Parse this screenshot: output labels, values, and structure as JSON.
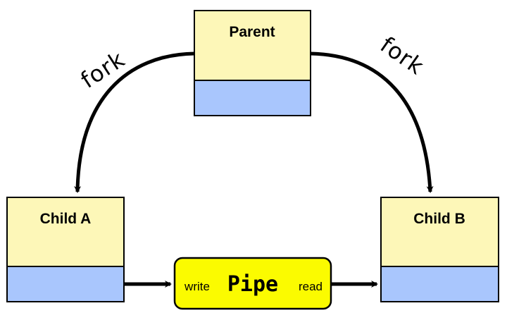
{
  "colors": {
    "process_top": "#fdf7b8",
    "process_bottom": "#a9c6fd",
    "pipe_fill": "#fbfb00",
    "stroke": "#000000"
  },
  "parent": {
    "label": "Parent"
  },
  "child_a": {
    "label": "Child A"
  },
  "child_b": {
    "label": "Child B"
  },
  "edges": {
    "fork_left": "fork",
    "fork_right": "fork"
  },
  "pipe": {
    "title": "Pipe",
    "write_label": "write",
    "read_label": "read"
  }
}
